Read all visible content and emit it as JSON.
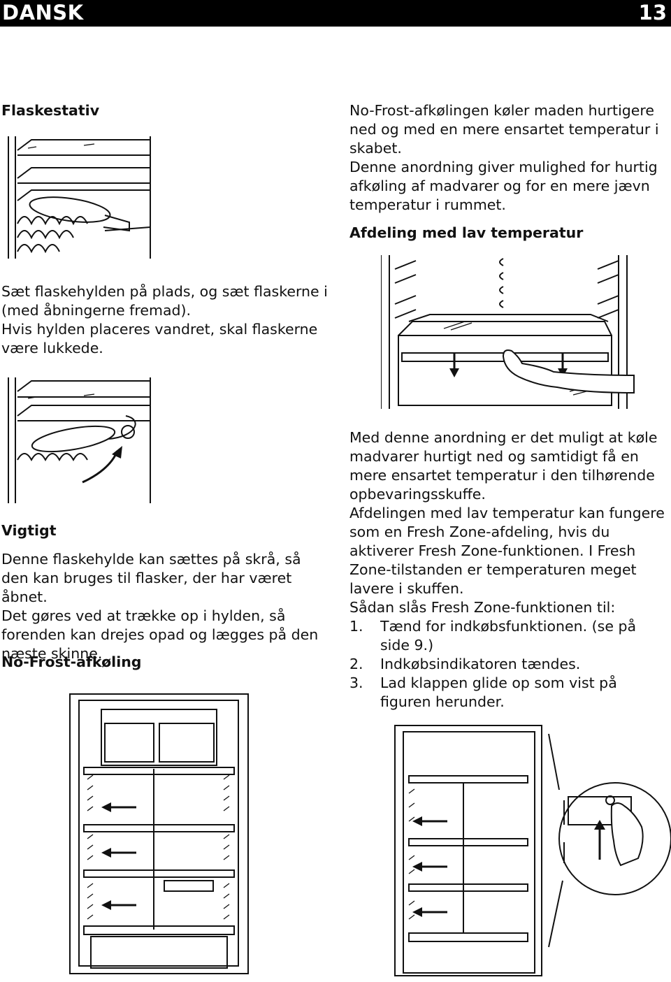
{
  "header": {
    "language": "DANSK",
    "page_number": "13"
  },
  "left": {
    "bottle_rack_heading": "Flaskestativ",
    "bottle_rack_text_1": "Sæt flaskehylden på plads, og sæt flaskerne i (med åbningerne fremad).",
    "bottle_rack_text_2": "Hvis hylden placeres vandret, skal flaskerne være lukkede.",
    "important_heading": "Vigtigt",
    "important_text_1": "Denne flaskehylde kan sættes på skrå, så den kan bruges til flasker, der har været åbnet.",
    "important_text_2": "Det gøres ved at trække op i hylden, så forenden kan drejes opad og lægges på den næste skinne.",
    "nofrost_heading": "No-Frost-afkøling"
  },
  "right": {
    "nofrost_text_1": "No-Frost-afkølingen køler maden hurtigere ned og med en mere ensartet temperatur i skabet.",
    "nofrost_text_2": "Denne anordning giver mulighed for hurtig afkøling af madvarer og for en mere jævn temperatur i rummet.",
    "low_temp_heading": "Afdeling med lav temperatur",
    "low_temp_text_1": "Med denne anordning er det muligt at køle madvarer hurtigt ned og samtidigt få en mere ensartet temperatur i den tilhørende opbevaringsskuffe.",
    "low_temp_text_2": "Afdelingen med lav temperatur kan fungere som en Fresh Zone-afdeling, hvis du aktiverer Fresh Zone-funktionen. I Fresh Zone-tilstanden er temperaturen meget lavere i skuffen.",
    "activate_intro": "Sådan slås Fresh Zone-funktionen til:",
    "steps": [
      {
        "num": "1.",
        "text": "Tænd for indkøbsfunktionen. (se på side 9.)"
      },
      {
        "num": "2.",
        "text": "Indkøbsindikatoren tændes."
      },
      {
        "num": "3.",
        "text": "Lad klappen glide op som vist på figuren herunder."
      }
    ]
  },
  "figures": {
    "bottle_rack_flat": "bottle-rack-horizontal-illustration",
    "bottle_rack_tilted": "bottle-rack-tilted-illustration",
    "nofrost_fridge": "fridge-airflow-illustration",
    "low_temp_drawer": "drawer-illustration",
    "fresh_zone_flap": "fridge-flap-illustration"
  }
}
